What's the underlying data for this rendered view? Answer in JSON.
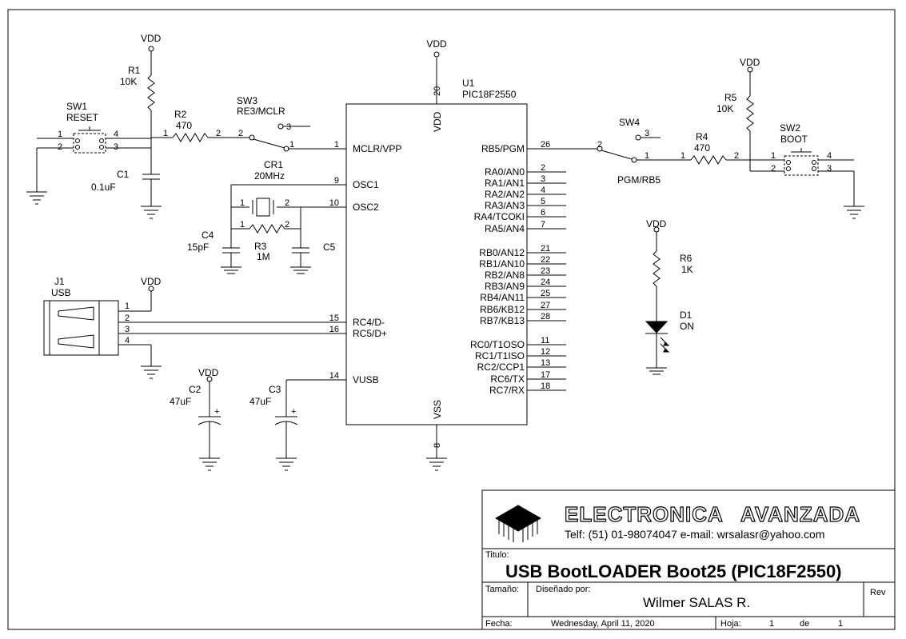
{
  "u1": {
    "ref": "U1",
    "part": "PIC18F2550",
    "vdd_pin": "20",
    "vss_pin": "8",
    "vdd_label": "VDD",
    "vss_label": "VSS",
    "left_pins": [
      {
        "num": "1",
        "name": "MCLR/VPP"
      },
      {
        "num": "9",
        "name": "OSC1"
      },
      {
        "num": "10",
        "name": "OSC2"
      },
      {
        "num": "15",
        "name": "RC4/D-"
      },
      {
        "num": "16",
        "name": "RC5/D+"
      },
      {
        "num": "14",
        "name": "VUSB"
      }
    ],
    "right_pins": [
      {
        "num": "26",
        "name": "RB5/PGM"
      },
      {
        "num": "2",
        "name": "RA0/AN0"
      },
      {
        "num": "3",
        "name": "RA1/AN1"
      },
      {
        "num": "4",
        "name": "RA2/AN2"
      },
      {
        "num": "5",
        "name": "RA3/AN3"
      },
      {
        "num": "6",
        "name": "RA4/TCOKI"
      },
      {
        "num": "7",
        "name": "RA5/AN4"
      },
      {
        "num": "21",
        "name": "RB0/AN12"
      },
      {
        "num": "22",
        "name": "RB1/AN10"
      },
      {
        "num": "23",
        "name": "RB2/AN8"
      },
      {
        "num": "24",
        "name": "RB3/AN9"
      },
      {
        "num": "25",
        "name": "RB4/AN11"
      },
      {
        "num": "27",
        "name": "RB6/KB12"
      },
      {
        "num": "28",
        "name": "RB7/KB13"
      },
      {
        "num": "11",
        "name": "RC0/T1OSO"
      },
      {
        "num": "12",
        "name": "RC1/T1ISO"
      },
      {
        "num": "13",
        "name": "RC2/CCP1"
      },
      {
        "num": "17",
        "name": "RC6/TX"
      },
      {
        "num": "18",
        "name": "RC7/RX"
      }
    ]
  },
  "power": {
    "vdd": "VDD"
  },
  "components": {
    "r1": {
      "ref": "R1",
      "value": "10K"
    },
    "r2": {
      "ref": "R2",
      "value": "470"
    },
    "r3": {
      "ref": "R3",
      "value": "1M"
    },
    "r4": {
      "ref": "R4",
      "value": "470"
    },
    "r5": {
      "ref": "R5",
      "value": "10K"
    },
    "r6": {
      "ref": "R6",
      "value": "1K"
    },
    "c1": {
      "ref": "C1",
      "value": "0.1uF"
    },
    "c2": {
      "ref": "C2",
      "value": "47uF"
    },
    "c3": {
      "ref": "C3",
      "value": "47uF"
    },
    "c4": {
      "ref": "C4",
      "value": "15pF"
    },
    "c5": {
      "ref": "C5"
    },
    "cr1": {
      "ref": "CR1",
      "value": "20MHz"
    },
    "sw1": {
      "ref": "SW1",
      "value": "RESET"
    },
    "sw2": {
      "ref": "SW2",
      "value": "BOOT"
    },
    "sw3": {
      "ref": "SW3",
      "value": "RE3/MCLR"
    },
    "sw4": {
      "ref": "SW4",
      "value": "PGM/RB5"
    },
    "d1": {
      "ref": "D1",
      "value": "ON"
    },
    "j1": {
      "ref": "J1",
      "value": "USB"
    }
  },
  "pin_numbers": {
    "one": "1",
    "two": "2",
    "three": "3",
    "four": "4",
    "plus": "+"
  },
  "title_block": {
    "brand_left": "ELECTRONICA",
    "brand_right": "AVANZADA",
    "contact": "Telf: (51) 01-98074047  e-mail: wrsalasr@yahoo.com",
    "titulo_label": "Titulo:",
    "title": "USB BootLOADER Boot25  (PIC18F2550)",
    "tamano_label": "Tamaño:",
    "designer_label": "Diseñado por:",
    "designer": "Wilmer SALAS R.",
    "rev_label": "Rev",
    "fecha_label": "Fecha:",
    "date": "Wednesday, April 11, 2020",
    "hoja_label": "Hoja:",
    "sheet": "1",
    "de_label": "de",
    "total": "1"
  }
}
